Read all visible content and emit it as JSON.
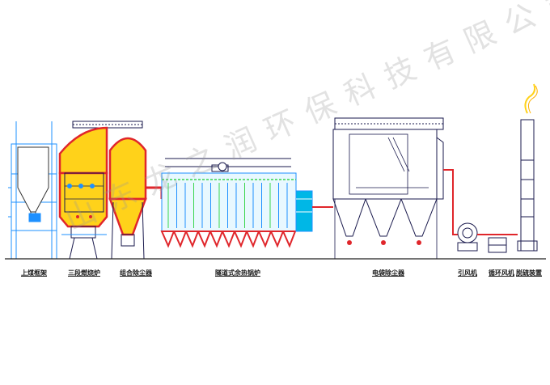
{
  "labels": {
    "coal_frame": "上煤框架",
    "furnace": "三段燃烧炉",
    "dust_collector": "组合除尘器",
    "tunnel_boiler": "隧道式余热锅炉",
    "esp": "电袋除尘器",
    "induced_fan": "引风机",
    "circ_fan": "循环风机",
    "desulfurizer": "脱硫装置"
  },
  "watermark": "山东龙之润环保科技有限公司",
  "colors": {
    "structure_blue": "#1e90ff",
    "cyan": "#00b7e6",
    "frame_dark": "#1a1a4d",
    "refractory_red": "#e0262b",
    "hot_yellow": "#ffd21a",
    "tube_green": "#39d64d",
    "ground": "#202020"
  }
}
